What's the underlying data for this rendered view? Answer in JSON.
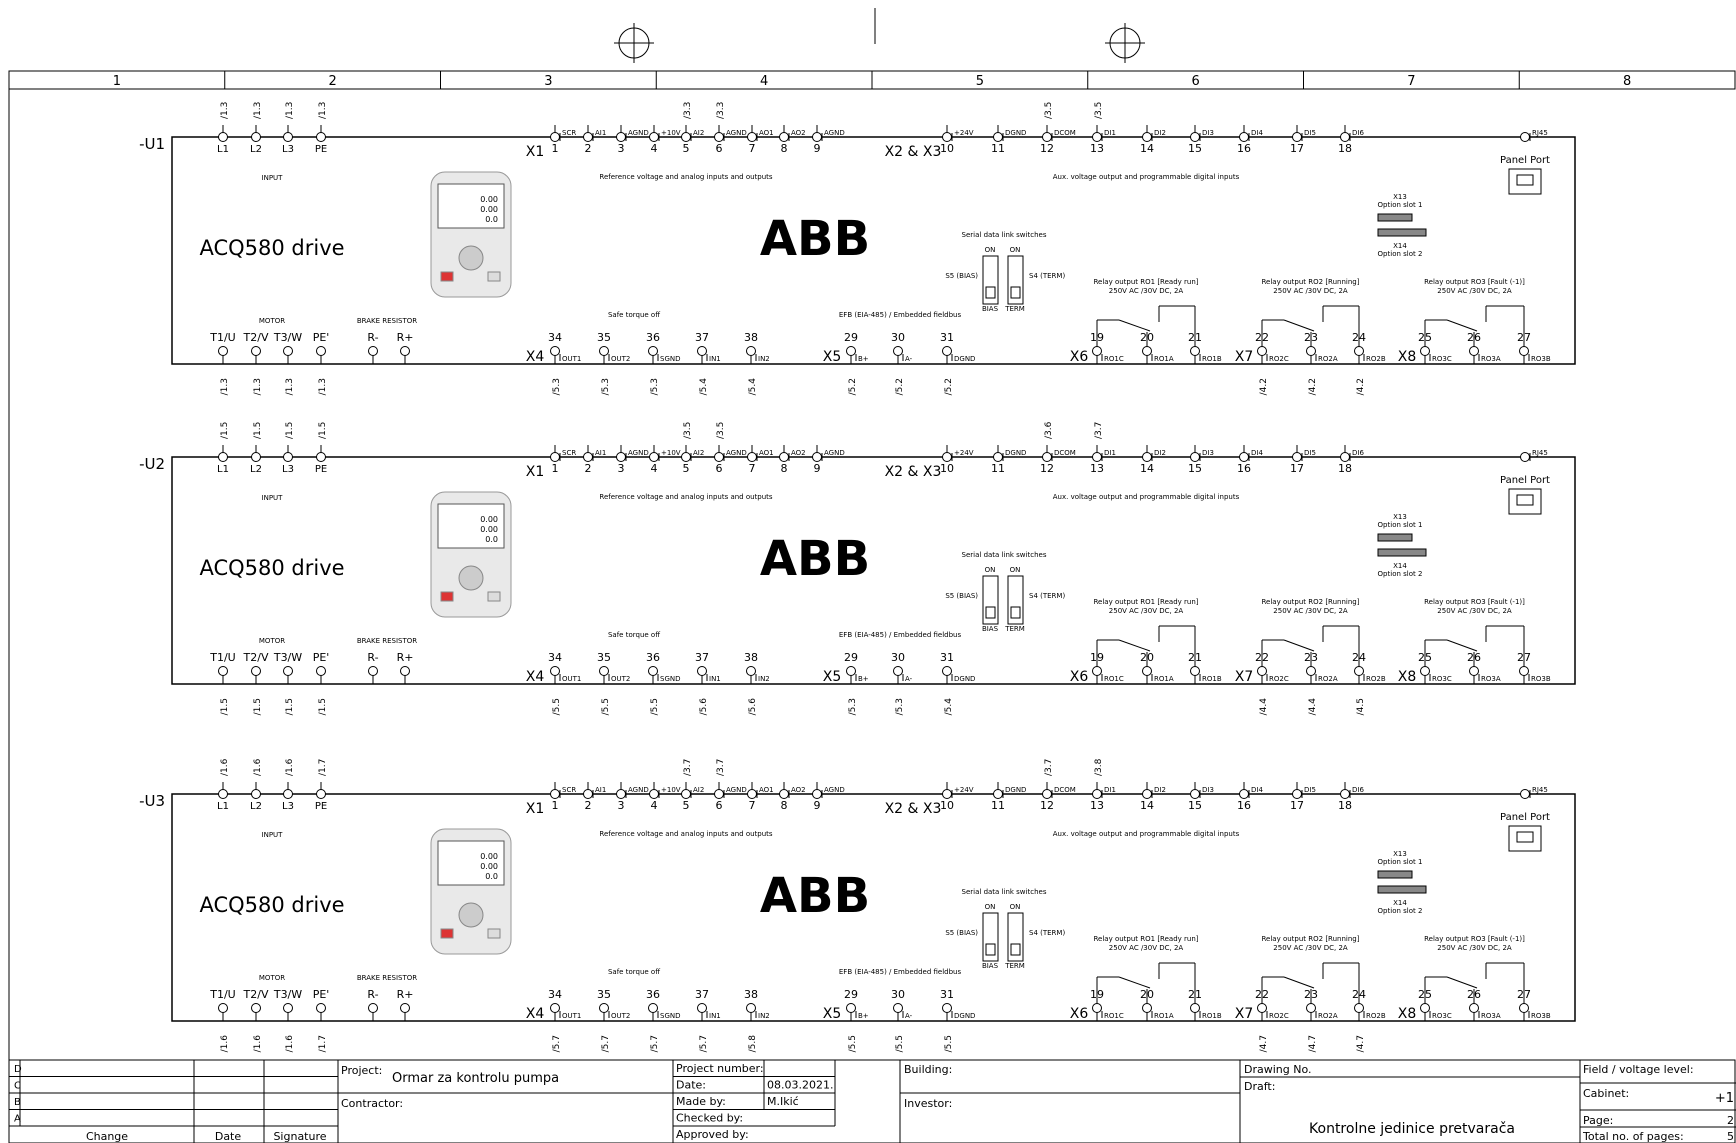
{
  "columns": [
    "1",
    "2",
    "3",
    "4",
    "5",
    "6",
    "7",
    "8"
  ],
  "rows": [
    "D",
    "C",
    "B",
    "A"
  ],
  "drive": {
    "title": "ACQ580 drive",
    "brand": "ABB",
    "input_label": "INPUT",
    "input_terms": [
      "L1",
      "L2",
      "L3",
      "PE"
    ],
    "motor_label": "MOTOR",
    "motor_terms": [
      "T1/U",
      "T2/V",
      "T3/W",
      "PE'"
    ],
    "brake_label": "BRAKE RESISTOR",
    "brake_terms": [
      "R-",
      "R+"
    ],
    "x1_label": "X1",
    "x1_names": [
      "SCR",
      "AI1",
      "AGND",
      "+10V",
      "AI2",
      "AGND",
      "AO1",
      "AO2",
      "AGND"
    ],
    "x1_nums": [
      "1",
      "2",
      "3",
      "4",
      "5",
      "6",
      "7",
      "8",
      "9"
    ],
    "x1_caption": "Reference voltage and analog inputs and outputs",
    "x23_label": "X2 & X3",
    "x23_names": [
      "+24V",
      "DGND",
      "DCOM",
      "DI1",
      "DI2",
      "DI3",
      "DI4",
      "DI5",
      "DI6"
    ],
    "x23_nums": [
      "10",
      "11",
      "12",
      "13",
      "14",
      "15",
      "16",
      "17",
      "18"
    ],
    "x23_caption": "Aux. voltage output and programmable digital inputs",
    "panel_port": "Panel Port",
    "rj45": "RJ45",
    "x13": "X13",
    "slot1": "Option slot 1",
    "x14": "X14",
    "slot2": "Option slot 2",
    "serial_title": "Serial data link switches",
    "on": "ON",
    "s5": "S5 (BIAS)",
    "s4": "S4 (TERM)",
    "bias": "BIAS",
    "term": "TERM",
    "sto_caption": "Safe torque off",
    "x4_label": "X4",
    "x4_nums": [
      "34",
      "35",
      "36",
      "37",
      "38"
    ],
    "x4_names": [
      "OUT1",
      "OUT2",
      "SGND",
      "IN1",
      "IN2"
    ],
    "efb_caption": "EFB (EIA-485) / Embedded fieldbus",
    "x5_label": "X5",
    "x5_nums": [
      "29",
      "30",
      "31"
    ],
    "x5_names": [
      "B+",
      "A-",
      "DGND"
    ],
    "relays": [
      {
        "label": "X6",
        "title": "Relay output RO1 [Ready run]",
        "rating": "250V AC /30V DC, 2A",
        "nums": [
          "19",
          "20",
          "21"
        ],
        "names": [
          "RO1C",
          "RO1A",
          "RO1B"
        ]
      },
      {
        "label": "X7",
        "title": "Relay output RO2 [Running]",
        "rating": "250V AC /30V DC, 2A",
        "nums": [
          "22",
          "23",
          "24"
        ],
        "names": [
          "RO2C",
          "RO2A",
          "RO2B"
        ]
      },
      {
        "label": "X8",
        "title": "Relay output RO3 [Fault (-1)]",
        "rating": "250V AC /30V DC, 2A",
        "nums": [
          "25",
          "26",
          "27"
        ],
        "names": [
          "RO3C",
          "RO3A",
          "RO3B"
        ]
      }
    ],
    "keypad": {
      "v1": "0.00",
      "v2": "0.00",
      "v3": "0.0"
    }
  },
  "units": [
    {
      "id": "-U1",
      "in_refs": [
        "/1.3",
        "/1.3",
        "/1.3",
        "/1.3"
      ],
      "x1_refs": [
        "/3.3",
        "/3.3"
      ],
      "x23_refs": [
        "/3.5",
        "/3.5"
      ],
      "motor_refs": [
        "/1.3",
        "/1.3",
        "/1.3",
        "/1.3"
      ],
      "x4_refs": [
        "/5.3",
        "/5.3",
        "/5.3",
        "/5.4",
        "/5.4"
      ],
      "x5_refs": [
        "/5.2",
        "/5.2",
        "/5.2"
      ],
      "relay_refs": [
        "/4.2",
        "/4.2",
        "/4.2"
      ]
    },
    {
      "id": "-U2",
      "in_refs": [
        "/1.5",
        "/1.5",
        "/1.5",
        "/1.5"
      ],
      "x1_refs": [
        "/3.5",
        "/3.5"
      ],
      "x23_refs": [
        "/3.6",
        "/3.7"
      ],
      "motor_refs": [
        "/1.5",
        "/1.5",
        "/1.5",
        "/1.5"
      ],
      "x4_refs": [
        "/5.5",
        "/5.5",
        "/5.5",
        "/5.6",
        "/5.6"
      ],
      "x5_refs": [
        "/5.3",
        "/5.3",
        "/5.4"
      ],
      "relay_refs": [
        "/4.4",
        "/4.4",
        "/4.5"
      ]
    },
    {
      "id": "-U3",
      "in_refs": [
        "/1.6",
        "/1.6",
        "/1.6",
        "/1.7"
      ],
      "x1_refs": [
        "/3.7",
        "/3.7"
      ],
      "x23_refs": [
        "/3.7",
        "/3.8"
      ],
      "motor_refs": [
        "/1.6",
        "/1.6",
        "/1.6",
        "/1.7"
      ],
      "x4_refs": [
        "/5.7",
        "/5.7",
        "/5.7",
        "/5.7",
        "/5.8"
      ],
      "x5_refs": [
        "/5.5",
        "/5.5",
        "/5.5"
      ],
      "relay_refs": [
        "/4.7",
        "/4.7",
        "/4.7"
      ]
    }
  ],
  "titleblock": {
    "change": "Change",
    "date": "Date",
    "signature": "Signature",
    "project_label": "Project:",
    "project_value": "Ormar za kontrolu pumpa",
    "contractor_label": "Contractor:",
    "project_number_label": "Project number:",
    "date_label": "Date:",
    "date_value": "08.03.2021.",
    "made_by_label": "Made by:",
    "made_by_value": "M.Ikić",
    "checked_by_label": "Checked by:",
    "approved_by_label": "Approved by:",
    "building_label": "Building:",
    "investor_label": "Investor:",
    "drawing_no_label": "Drawing No.",
    "draft_label": "Draft:",
    "draft_value": "Kontrolne jedinice pretvarača",
    "field_label": "Field / voltage level:",
    "cabinet_label": "Cabinet:",
    "cabinet_value": "+1",
    "page_label": "Page:",
    "page_value": "2",
    "total_label": "Total no. of pages:",
    "total_value": "5"
  }
}
